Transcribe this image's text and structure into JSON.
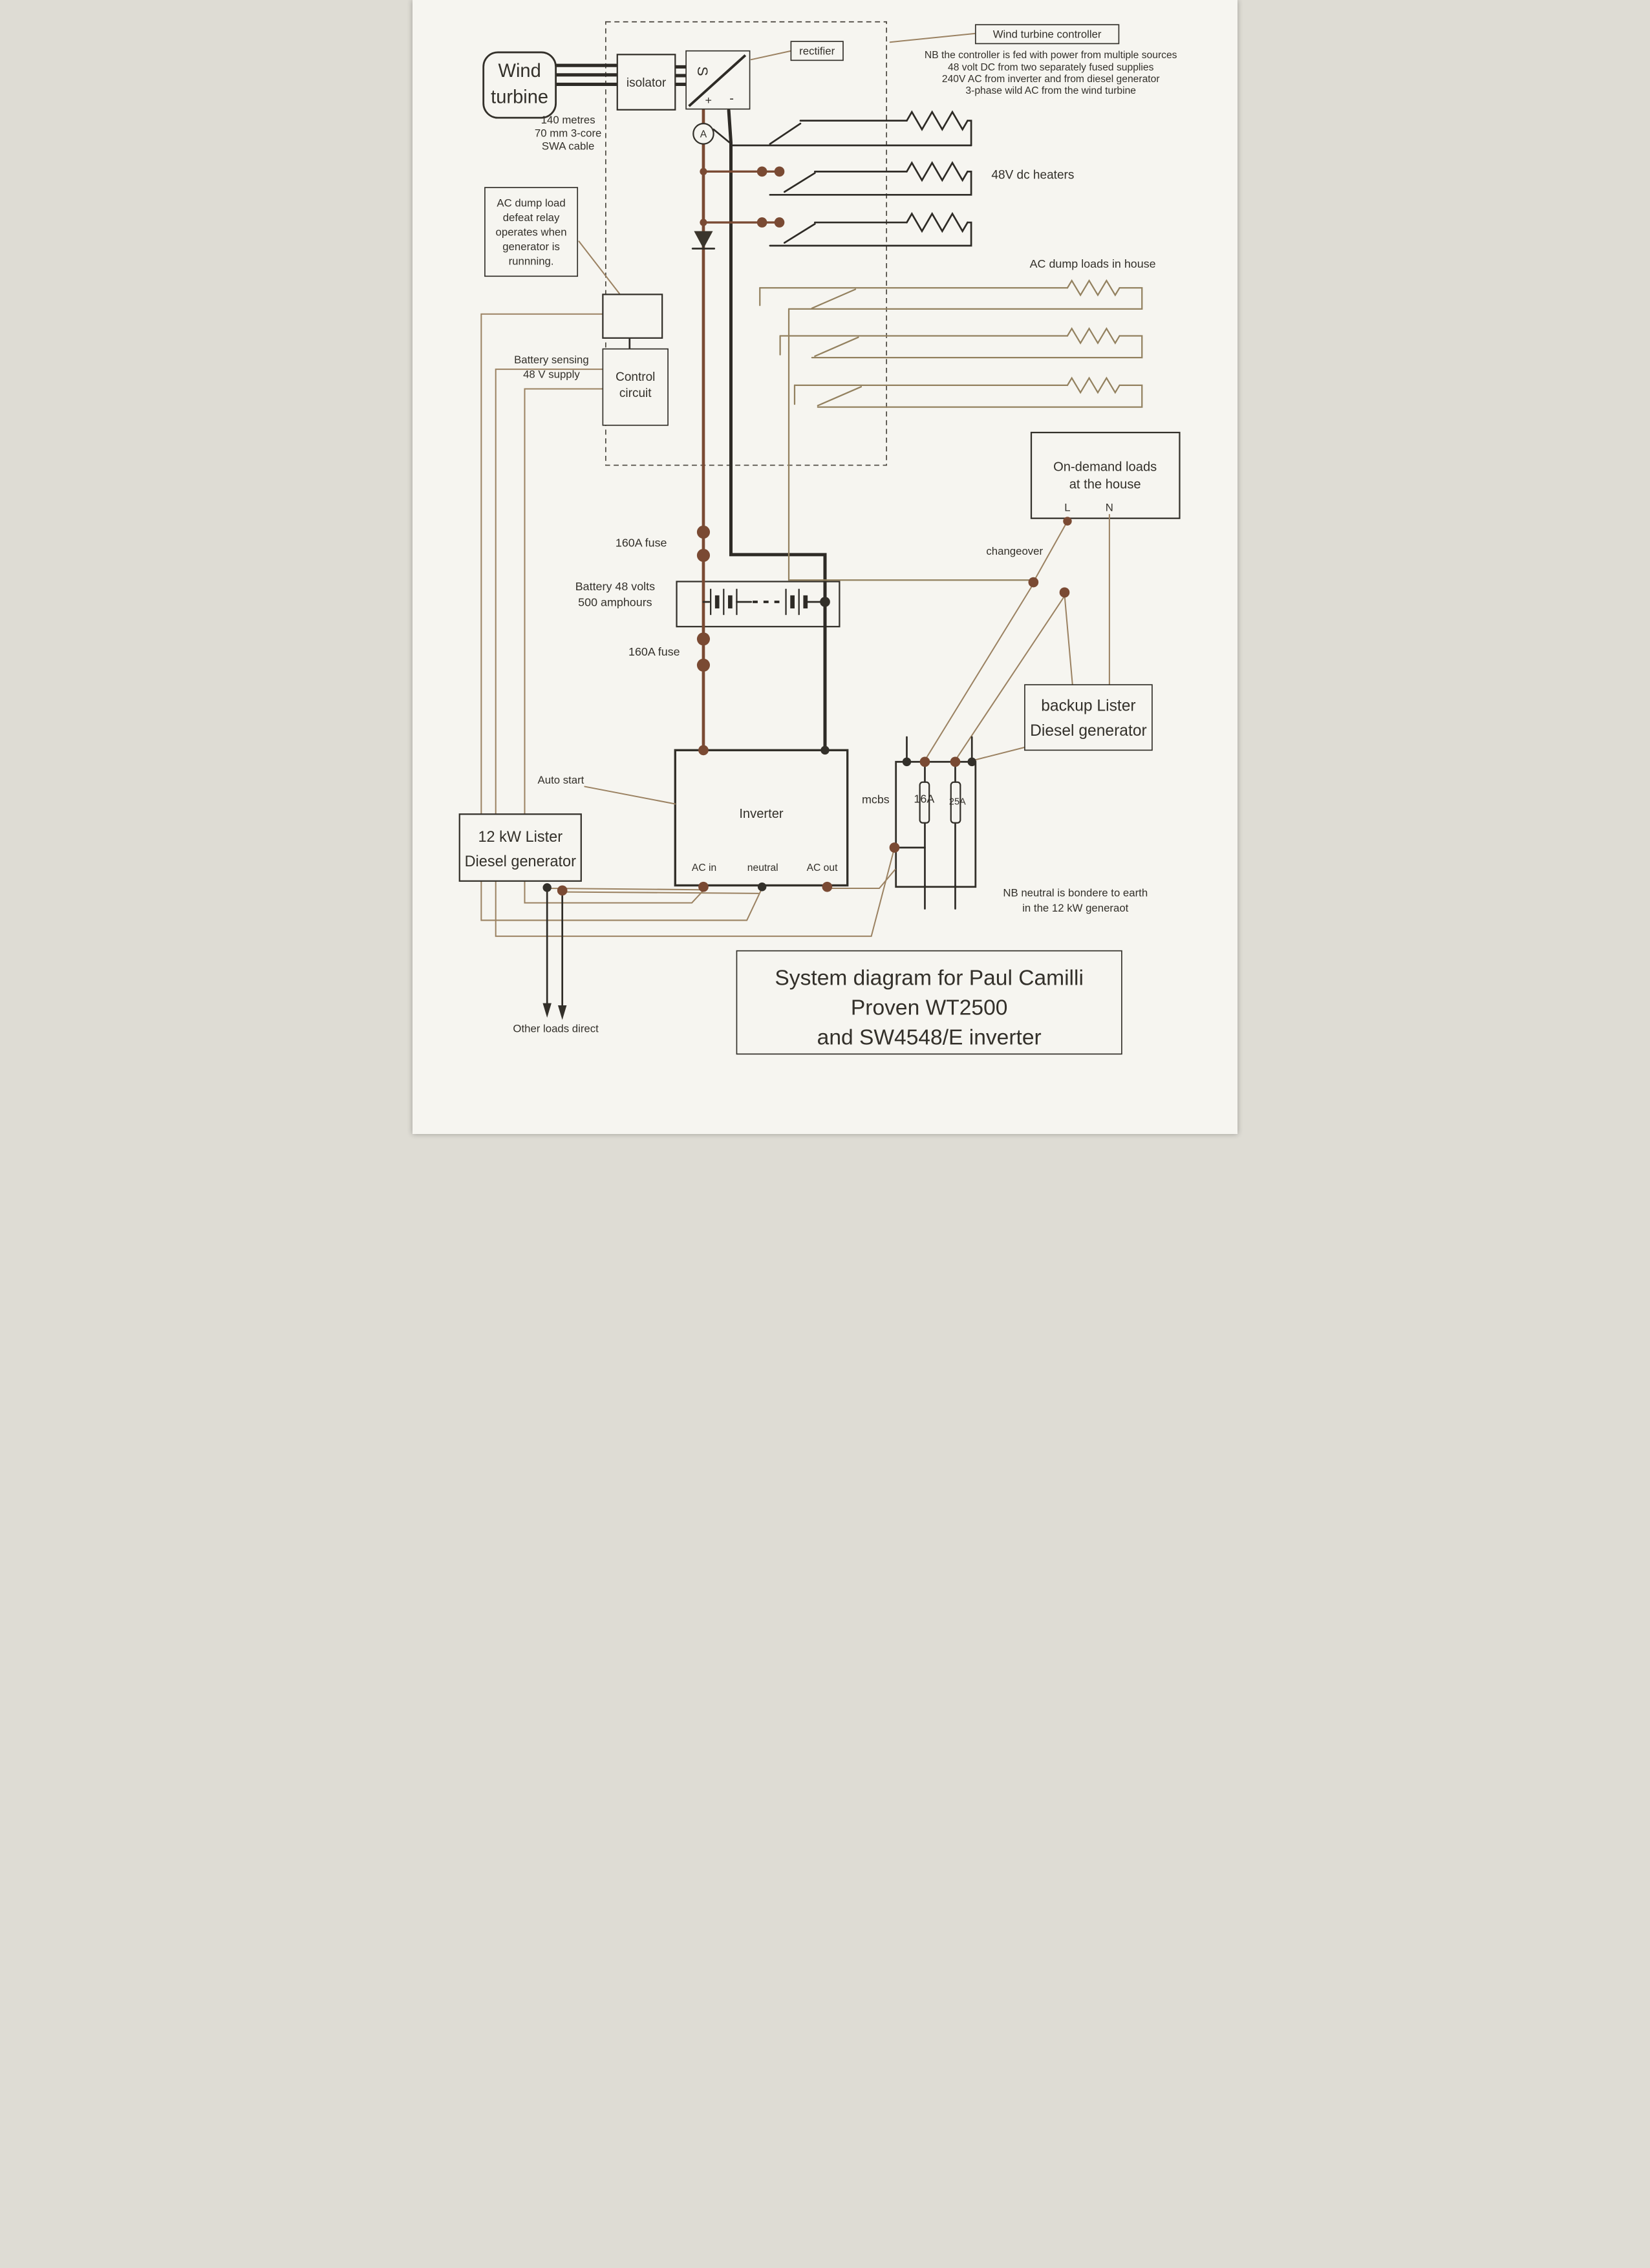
{
  "colors": {
    "paper": "#f6f5f0",
    "ink": "#33302a",
    "wire_negative": "#2e2b26",
    "wire_positive": "#7a4a33",
    "wire_control": "#9b8262"
  },
  "turbine": {
    "l1": "Wind",
    "l2": "turbine"
  },
  "isolator": {
    "label": "isolator"
  },
  "rectifier": {
    "label": "rectifier",
    "sine": "S",
    "plus": "+",
    "minus": "-"
  },
  "ammeter": {
    "label": "A"
  },
  "cable": {
    "l1": "140 metres",
    "l2": "70 mm 3-core",
    "l3": "SWA cable"
  },
  "controller": {
    "title": "Wind turbine controller",
    "n1": "NB the controller is fed with power from multiple sources",
    "n2": "48 volt DC from two separately fused supplies",
    "n3": "240V AC from inverter and from diesel generator",
    "n4": "3-phase wild AC from the wind turbine"
  },
  "dump_relay": {
    "l1": "AC dump load",
    "l2": "defeat relay",
    "l3": "operates when",
    "l4": "generator is",
    "l5": "runnning."
  },
  "battery_sense": {
    "l1": "Battery sensing",
    "l2": "48 V supply"
  },
  "control_circuit": {
    "l1": "Control",
    "l2": "circuit"
  },
  "heaters": {
    "label": "48V dc heaters"
  },
  "ac_dump": {
    "label": "AC dump loads in house"
  },
  "on_demand": {
    "l1": "On-demand loads",
    "l2": "at the house",
    "live": "L",
    "neutral": "N"
  },
  "changeover": {
    "label": "changeover"
  },
  "fuses": {
    "top": "160A fuse",
    "bottom": "160A fuse"
  },
  "battery": {
    "l1": "Battery 48 volts",
    "l2": "500 amphours"
  },
  "backup_gen": {
    "l1": "backup Lister",
    "l2": "Diesel generator"
  },
  "inverter": {
    "title": "Inverter",
    "ac_in": "AC in",
    "neutral": "neutral",
    "ac_out": "AC out"
  },
  "auto_start": {
    "label": "Auto start"
  },
  "diesel_gen": {
    "l1": "12 kW Lister",
    "l2": "Diesel generator"
  },
  "mcbs": {
    "label": "mcbs",
    "breaker1": "16A",
    "breaker2": "25A"
  },
  "neutral_note": {
    "l1": "NB neutral is bondere to earth",
    "l2": "in the 12 kW generaot"
  },
  "other_loads": {
    "label": "Other loads direct"
  },
  "title": {
    "l1": "System diagram for Paul Camilli",
    "l2": "Proven WT2500",
    "l3": "and SW4548/E inverter"
  }
}
